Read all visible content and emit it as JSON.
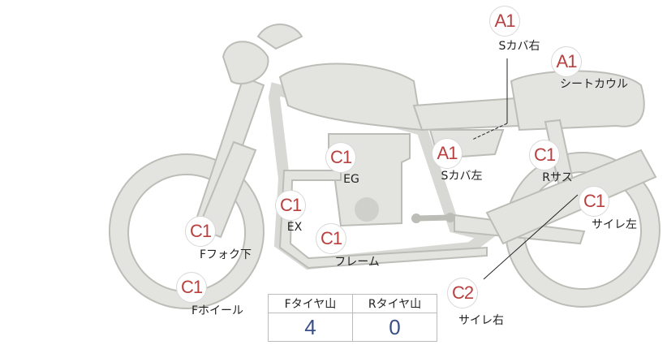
{
  "colors": {
    "body_fill": "#e3e3df",
    "body_stroke": "#bdbdb8",
    "badge_text": "#b8403f",
    "value_text": "#3a4f86"
  },
  "parts": [
    {
      "id": "s-cover-right",
      "grade": "A1",
      "label": "Sカバ右"
    },
    {
      "id": "seat-cowl",
      "grade": "A1",
      "label": "シートカウル"
    },
    {
      "id": "engine",
      "grade": "C1",
      "label": "EG"
    },
    {
      "id": "s-cover-left",
      "grade": "A1",
      "label": "Sカバ左"
    },
    {
      "id": "rear-suspension",
      "grade": "C1",
      "label": "Rサス"
    },
    {
      "id": "exhaust",
      "grade": "C1",
      "label": "EX"
    },
    {
      "id": "silencer-left",
      "grade": "C1",
      "label": "サイレ左"
    },
    {
      "id": "front-fork-lower",
      "grade": "C1",
      "label": "Fフォク下"
    },
    {
      "id": "frame",
      "grade": "C1",
      "label": "フレーム"
    },
    {
      "id": "front-wheel",
      "grade": "C1",
      "label": "Fホイール"
    },
    {
      "id": "silencer-right",
      "grade": "C2",
      "label": "サイレ右"
    }
  ],
  "tyre_table": {
    "headers": [
      "Fタイヤ山",
      "Rタイヤ山"
    ],
    "values": [
      "4",
      "0"
    ]
  }
}
